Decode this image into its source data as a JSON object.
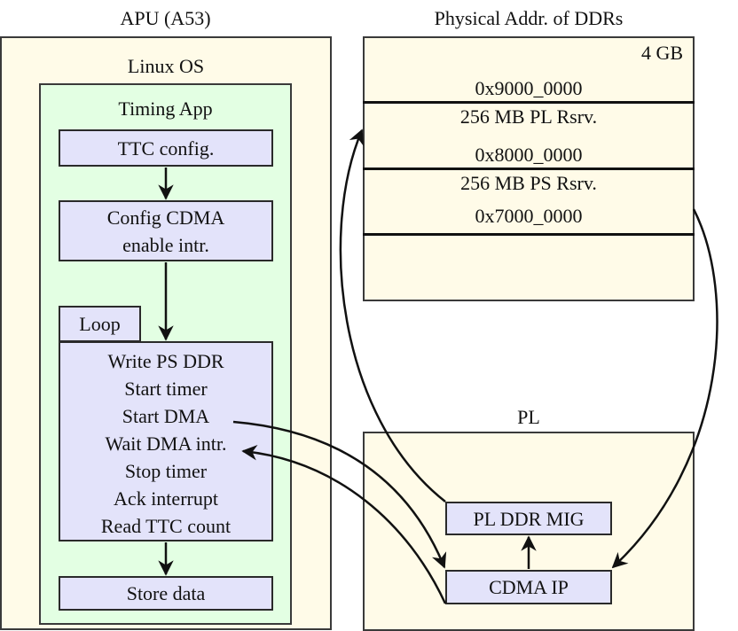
{
  "apu": {
    "title": "APU (A53)",
    "os_label": "Linux OS",
    "app_label": "Timing App",
    "steps": {
      "ttc_config": "TTC config.",
      "config_cdma": [
        "Config CDMA",
        "enable intr."
      ],
      "loop_label": "Loop",
      "loop_steps": [
        "Write PS DDR",
        "Start timer",
        "Start DMA",
        "Wait DMA intr.",
        "Stop timer",
        "Ack interrupt",
        "Read TTC count"
      ],
      "store_data": "Store data"
    }
  },
  "ddr": {
    "title": "Physical Addr. of DDRs",
    "top_label": "4 GB",
    "addr_9000": "0x9000_0000",
    "pl_reserved": "256 MB PL Rsrv.",
    "addr_8000": "0x8000_0000",
    "ps_reserved": "256 MB PS Rsrv.",
    "addr_7000": "0x7000_0000"
  },
  "pl": {
    "title": "PL",
    "mig_label": "PL DDR MIG",
    "cdma_label": "CDMA IP"
  },
  "colors": {
    "cream": "#fffbe8",
    "green": "#e3ffe3",
    "block": "#e3e3fa",
    "stroke": "#111111"
  }
}
